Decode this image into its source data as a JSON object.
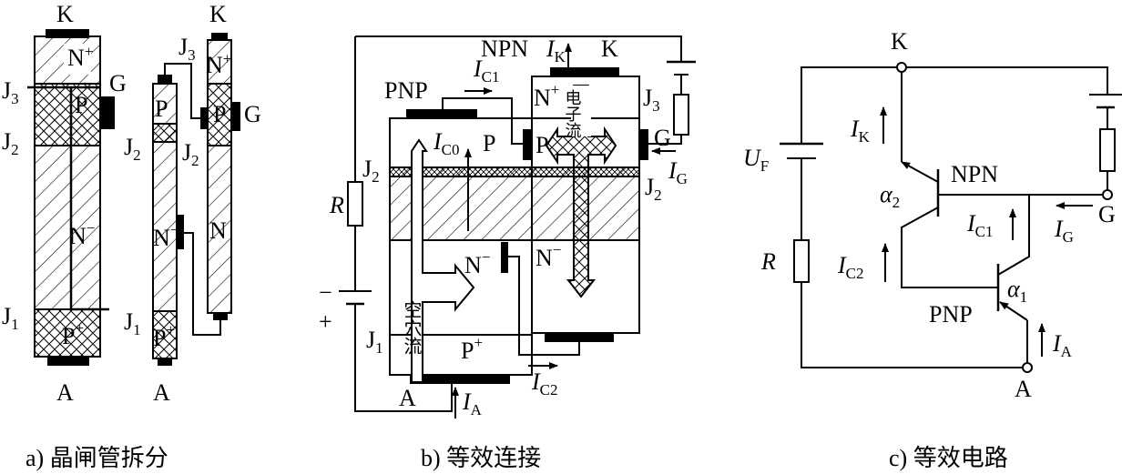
{
  "panel_a": {
    "caption": "a) 晶闸管拆分",
    "labels": {
      "k": "K",
      "k_right": "K",
      "g": "G",
      "g_right": "G",
      "a": "A",
      "a_right": "A",
      "j3": "J",
      "j3_sub": "3",
      "j2": "J",
      "j2_sub": "2",
      "j1": "J",
      "j1_sub": "1",
      "j3r": "J",
      "j3r_sub": "3",
      "j2l": "J",
      "j2l_sub": "2",
      "j2r": "J",
      "j2r_sub": "2",
      "j1l": "J",
      "j1l_sub": "1",
      "n_plus": "N",
      "n_plus_sup": "+",
      "p": "P",
      "n_minus": "N",
      "n_minus_sup": "−",
      "p_plus": "P",
      "p_plus_sup": "+",
      "left_p": "P",
      "left_n": "N",
      "left_n_sup": "−",
      "left_p_plus": "P",
      "left_p_plus_sup": "+",
      "right_n_plus": "N",
      "right_n_plus_sup": "+",
      "right_p": "P",
      "right_n": "N"
    }
  },
  "panel_b": {
    "caption": "b) 等效连接",
    "labels": {
      "npn": "NPN",
      "pnp": "PNP",
      "k": "K",
      "g": "G",
      "a": "A",
      "r": "R",
      "minus": "−",
      "plus": "+",
      "ik": "I",
      "ik_sub": "K",
      "ic1": "I",
      "ic1_sub": "C1",
      "ic0": "I",
      "ic0_sub": "C0",
      "ig": "I",
      "ig_sub": "G",
      "ic2": "I",
      "ic2_sub": "C2",
      "ia": "I",
      "ia_sub": "A",
      "j1": "J",
      "j1_sub": "1",
      "j2": "J",
      "j2_sub": "2",
      "j2r": "J",
      "j2r_sub": "2",
      "j3": "J",
      "j3_sub": "3",
      "p_left": "P",
      "n_left": "N",
      "n_left_sup": "−",
      "p_plus": "P",
      "p_plus_sup": "+",
      "n_plus": "N",
      "n_plus_sup": "+",
      "p_right": "P",
      "n_right": "N",
      "n_right_sup": "−",
      "hole_flow": "空穴流",
      "electron_flow": "电子流"
    }
  },
  "panel_c": {
    "caption": "c) 等效电路",
    "labels": {
      "k": "K",
      "g": "G",
      "a": "A",
      "r": "R",
      "uf": "U",
      "uf_sub": "F",
      "ik": "I",
      "ik_sub": "K",
      "ic1": "I",
      "ic1_sub": "C1",
      "ic2": "I",
      "ic2_sub": "C2",
      "ig": "I",
      "ig_sub": "G",
      "ia": "I",
      "ia_sub": "A",
      "npn": "NPN",
      "pnp": "PNP",
      "alpha1": "α",
      "alpha1_sub": "1",
      "alpha2": "α",
      "alpha2_sub": "2"
    }
  }
}
